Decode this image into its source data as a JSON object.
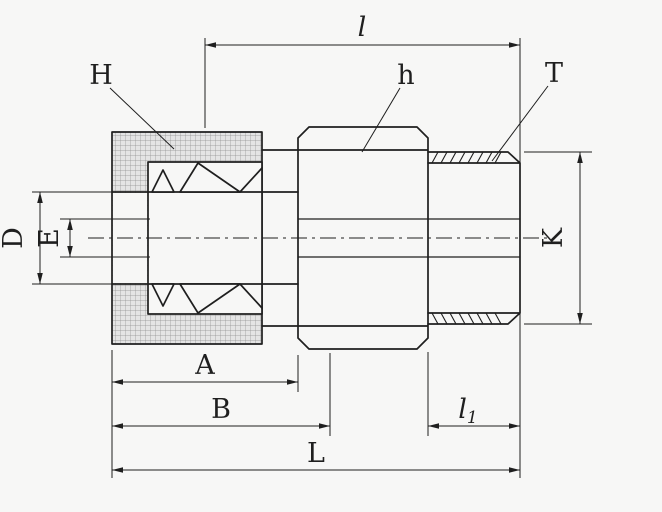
{
  "colors": {
    "line": "#1f1f1f",
    "background": "#f7f7f6",
    "knurl_fill": "#e4e4e4",
    "knurl_line": "#8f8f8f"
  },
  "diagram": {
    "part_labels": {
      "nut": "H",
      "body_hex": "h",
      "thread": "T"
    },
    "dimensions": {
      "l": "l",
      "D": "D",
      "E": "E",
      "K": "K",
      "A": "A",
      "B": "B",
      "L": "L",
      "l1_base": "l",
      "l1_sub": "1"
    }
  }
}
